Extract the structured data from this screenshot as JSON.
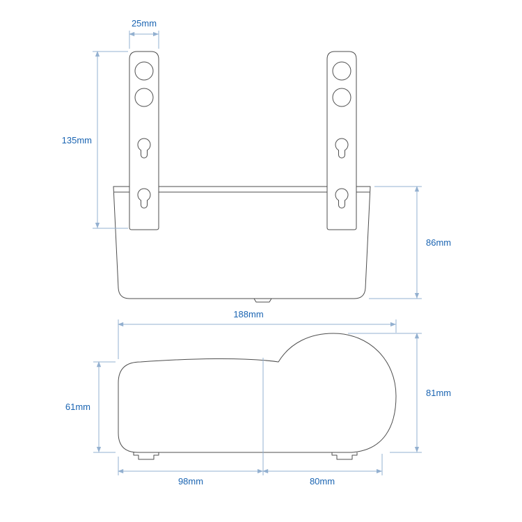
{
  "diagram": {
    "description": "Technical dimension drawing of a wall-mount bracket holder, front view and top view",
    "colors": {
      "outline": "#4d4d4d",
      "dimension_line": "#93b0d0",
      "dimension_text": "#1a64b2"
    },
    "front_view": {
      "bracket_top_width": "25mm",
      "bracket_height": "135mm",
      "body_height": "86mm"
    },
    "top_view": {
      "overall_width": "188mm",
      "overall_depth": "81mm",
      "front_depth": "61mm",
      "left_section_width": "98mm",
      "right_section_width": "80mm"
    }
  }
}
